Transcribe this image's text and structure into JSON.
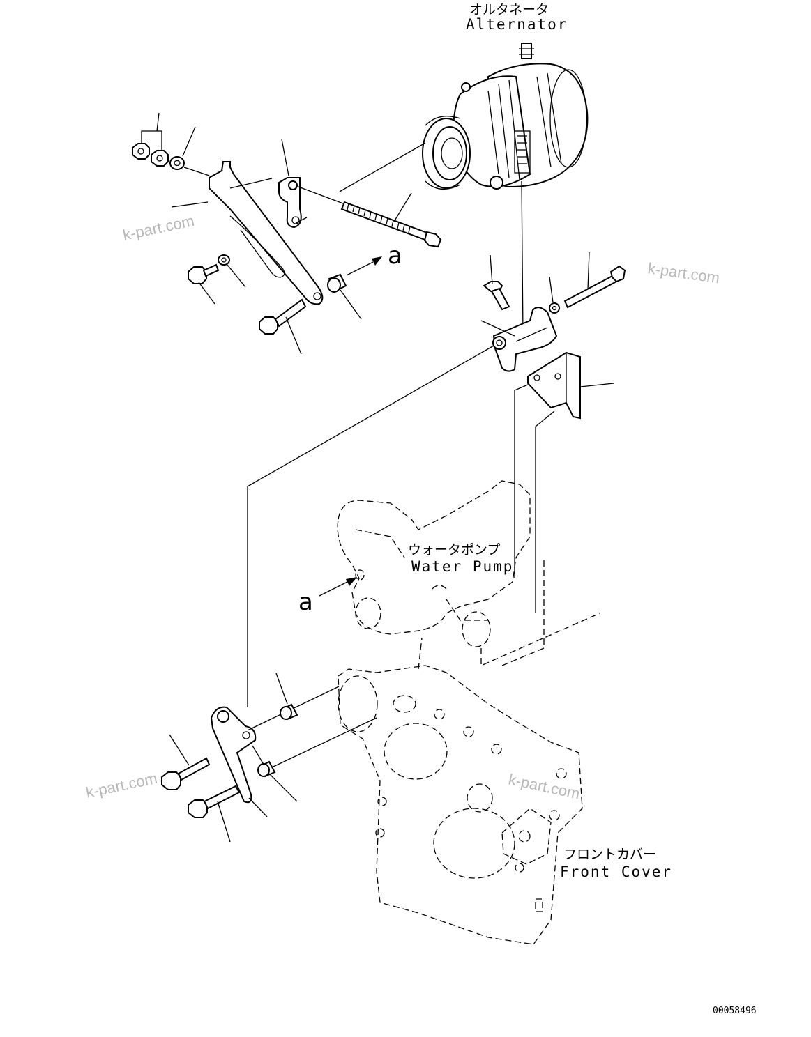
{
  "labels": {
    "alternator_jp": "オルタネータ",
    "alternator_en": "Alternator",
    "water_pump_jp": "ウォータポンプ",
    "water_pump_en": "Water Pump",
    "front_cover_jp": "フロントカバー",
    "front_cover_en": "Front Cover",
    "arrow_top": "a",
    "arrow_left": "a"
  },
  "watermarks": [
    "k-part.com",
    "k-part.com",
    "k-part.com",
    "k-part.com"
  ],
  "drawing_code": "00058496",
  "colors": {
    "line": "#000000",
    "watermark": "#b8b8b8",
    "background": "#ffffff"
  }
}
